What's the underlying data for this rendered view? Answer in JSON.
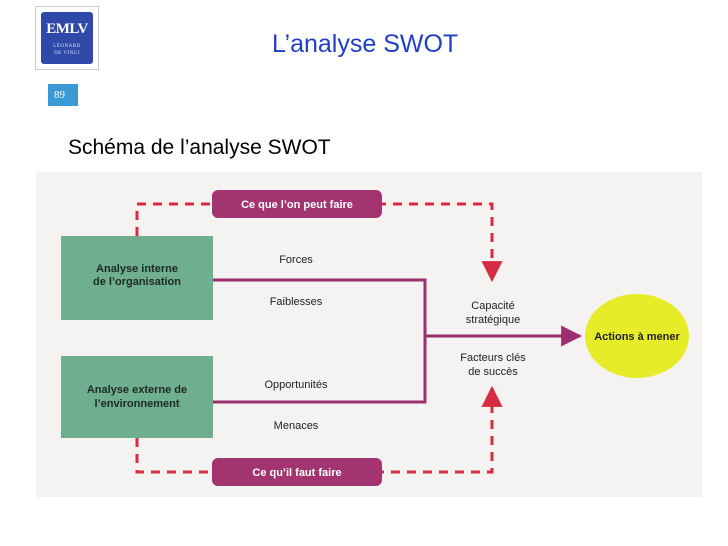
{
  "header": {
    "title": "L’analyse SWOT",
    "slide_number": "89",
    "subtitle": "Schéma de l’analyse SWOT"
  },
  "logo": {
    "mark": "EMLV",
    "line1": "LÉONARD",
    "line2": "DE VINCI"
  },
  "diagram": {
    "internal_box": [
      "Analyse interne",
      "de l’organisation"
    ],
    "external_box": [
      "Analyse externe de",
      "l’environnement"
    ],
    "top_pill": "Ce que l’on peut faire",
    "bottom_pill": "Ce qu’il faut faire",
    "forces": "Forces",
    "weaknesses": "Faiblesses",
    "opportunities": "Opportunités",
    "threats": "Menaces",
    "capability": [
      "Capacité",
      "stratégique"
    ],
    "success_factors": [
      "Facteurs clés",
      "de succès"
    ],
    "actions": "Actions à mener"
  },
  "colors": {
    "title": "#1f3ec9",
    "box_green": "#6fae8f",
    "magenta": "#9c2f6d",
    "pill_magenta": "#a2356f",
    "dashed_red": "#d62b42",
    "actions_yellow": "#e6ec28",
    "slide_number_bg": "#3b9ad6"
  }
}
